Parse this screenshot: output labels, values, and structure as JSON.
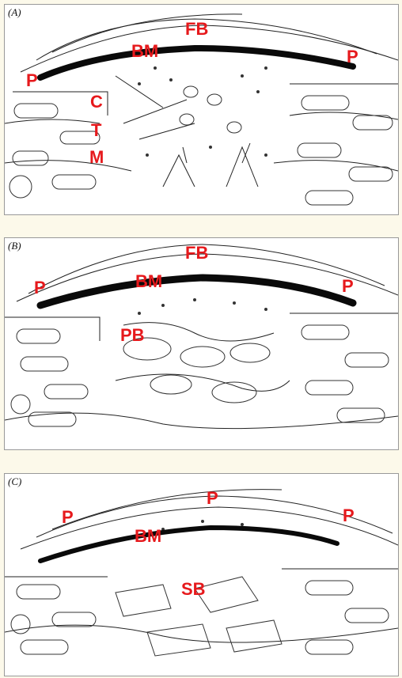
{
  "colors": {
    "label": "#e6191c",
    "background": "#fcf9ea",
    "ink": "#111111",
    "membrane": "#0a0a0a"
  },
  "panels": [
    {
      "id": "A",
      "title": "(A)",
      "labels": {
        "fb": "FB",
        "bm": "BM",
        "p_left": "P",
        "p_right": "P",
        "c": "C",
        "t": "T",
        "m": "M"
      }
    },
    {
      "id": "B",
      "title": "(B)",
      "labels": {
        "fb": "FB",
        "bm": "BM",
        "p_left": "P",
        "p_right": "P",
        "pb": "PB"
      }
    },
    {
      "id": "C",
      "title": "(C)",
      "labels": {
        "p_top": "P",
        "p_left": "P",
        "p_right": "P",
        "bm": "BM",
        "sb": "SB"
      }
    }
  ]
}
